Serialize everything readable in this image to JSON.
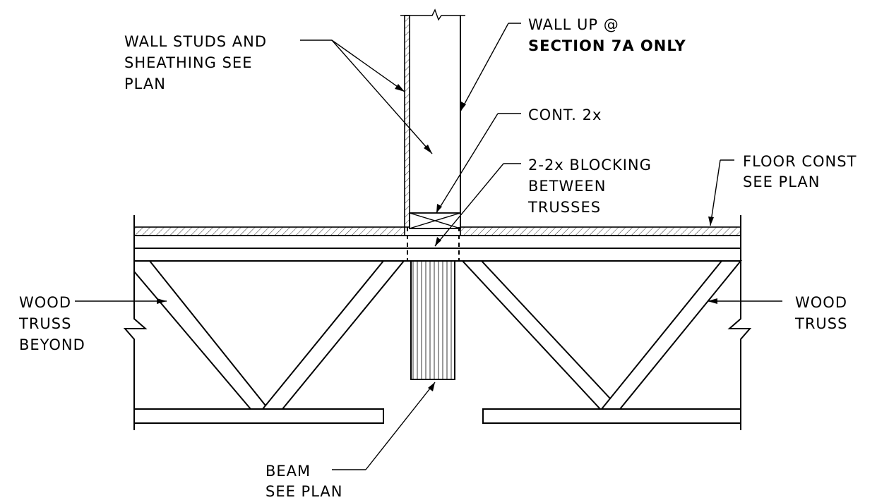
{
  "labels": {
    "wall_studs": [
      "WALL STUDS AND",
      "SHEATHING SEE",
      "PLAN"
    ],
    "wall_up": [
      "WALL UP @",
      "SECTION 7A ONLY"
    ],
    "cont_2x": "CONT. 2x",
    "blocking": [
      "2-2x BLOCKING",
      "BETWEEN",
      "TRUSSES"
    ],
    "floor_const": [
      "FLOOR CONST",
      "SEE PLAN"
    ],
    "wood_truss_beyond": [
      "WOOD",
      "TRUSS",
      "BEYOND"
    ],
    "wood_truss": [
      "WOOD",
      "TRUSS"
    ],
    "beam": [
      "BEAM",
      "SEE PLAN"
    ]
  }
}
